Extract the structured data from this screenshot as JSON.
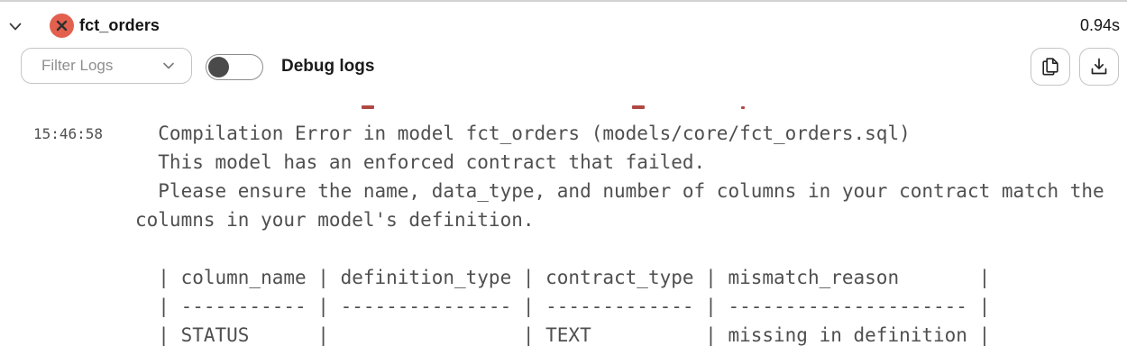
{
  "header": {
    "title": "fct_orders",
    "duration": "0.94s",
    "status": "error"
  },
  "toolbar": {
    "filter_label": "Filter Logs",
    "debug_toggle_label": "Debug logs",
    "debug_toggle_on": false
  },
  "log": {
    "timestamp": "15:46:58",
    "message_lines": [
      "  Compilation Error in model fct_orders (models/core/fct_orders.sql)",
      "  This model has an enforced contract that failed.",
      "  Please ensure the name, data_type, and number of columns in your contract match the",
      "columns in your model's definition.",
      "",
      "  | column_name | definition_type | contract_type | mismatch_reason       |",
      "  | ----------- | --------------- | ------------- | --------------------- |",
      "  | STATUS      |                 | TEXT          | missing in definition |"
    ],
    "error_table": {
      "columns": [
        "column_name",
        "definition_type",
        "contract_type",
        "mismatch_reason"
      ],
      "rows": [
        [
          "STATUS",
          "",
          "TEXT",
          "missing in definition"
        ]
      ]
    }
  },
  "icons": {
    "collapse": "chevron-down",
    "status": "x-circle",
    "filter_dropdown": "chevron-down",
    "copy": "copy-pages",
    "download": "download-tray"
  },
  "colors": {
    "error_badge": "#e4604e",
    "badge_x_stroke": "#2f2f2f",
    "log_text": "#4f4f4f",
    "remnant_red": "#b04843",
    "border_gray": "#c4c4c4",
    "muted_label": "#8f8f8f",
    "toggle_knob": "#4a4a4a"
  }
}
